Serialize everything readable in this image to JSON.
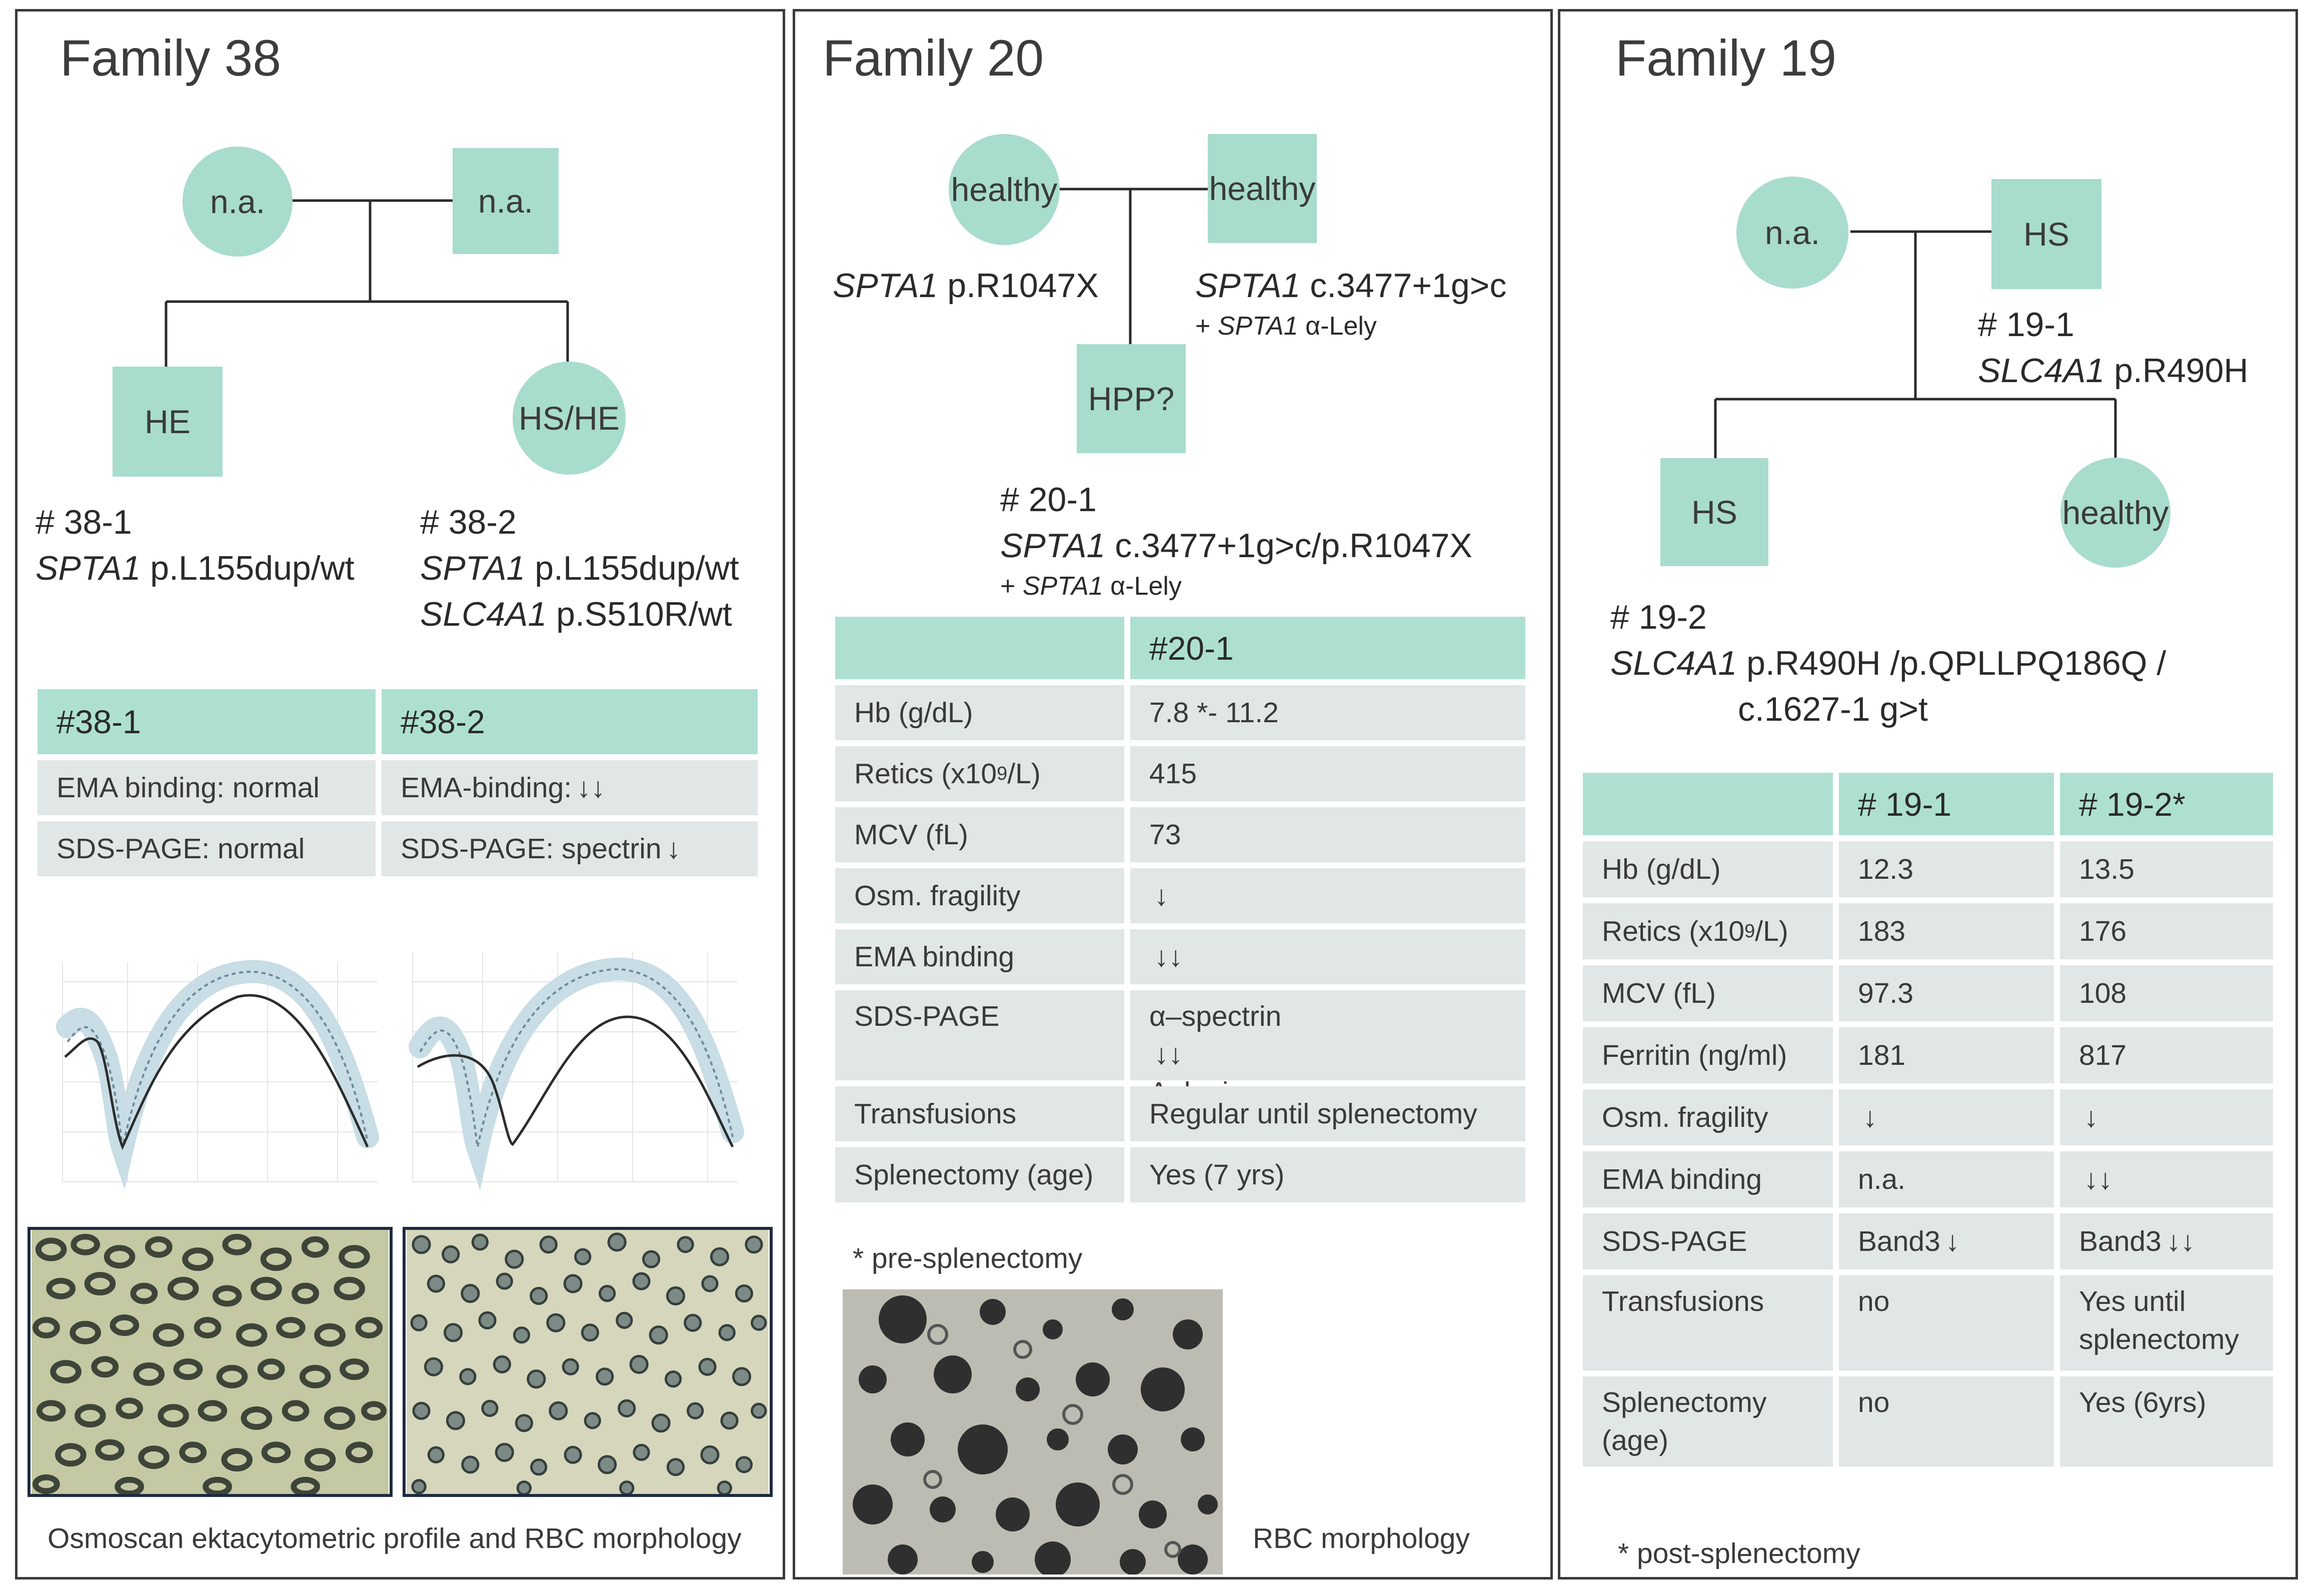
{
  "family38": {
    "title": "Family 38",
    "pedigree": {
      "mother": "n.a.",
      "father": "n.a.",
      "child1": "HE",
      "child2": "HS/HE"
    },
    "child1_annot": {
      "id": "# 38-1",
      "gene": "SPTA1",
      "variant": " p.L155dup/wt"
    },
    "child2_annot": {
      "id": "# 38-2",
      "gene1": "SPTA1",
      "variant1": " p.L155dup/wt",
      "gene2": "SLC4A1",
      "variant2": " p.S510R/wt"
    },
    "table": {
      "headers": [
        "#38-1",
        "#38-2"
      ],
      "rows": [
        {
          "c1": "EMA binding: normal",
          "c2": "EMA-binding:",
          "c2_arrow": "↓↓"
        },
        {
          "c1": "SDS-PAGE:  normal",
          "c2": "SDS-PAGE: spectrin",
          "c2_arrow": "↓"
        }
      ]
    },
    "caption": "Osmoscan ektacytometric profile and RBC morphology"
  },
  "family20": {
    "title": "Family 20",
    "pedigree": {
      "mother": "healthy",
      "father": "healthy",
      "child": "HPP?"
    },
    "mother_annot": {
      "gene": "SPTA1",
      "variant": "  p.R1047X"
    },
    "father_annot": {
      "gene": "SPTA1",
      "variant": "  c.3477+1g>c",
      "extra_prefix": "+ ",
      "extra_gene": "SPTA1",
      "extra_variant": " α-Lely"
    },
    "child_annot": {
      "id": "# 20-1",
      "gene": "SPTA1",
      "variant": " c.3477+1g>c/p.R1047X",
      "extra_prefix": "+ ",
      "extra_gene": "SPTA1",
      "extra_variant": " α-Lely"
    },
    "table": {
      "headers": [
        "",
        "#20-1"
      ],
      "rows": [
        {
          "label": "Hb  (g/dL)",
          "value": "7.8 *- 11.2"
        },
        {
          "label_pre": "Retics  (x10",
          "label_sup": "9",
          "label_post": "/L)",
          "value": "415"
        },
        {
          "label": "MCV (fL)",
          "value": "73"
        },
        {
          "label": "Osm. fragility",
          "value": "",
          "arrow": "↓"
        },
        {
          "label": "EMA binding",
          "value": "",
          "arrow": "↓↓"
        },
        {
          "label": "SDS-PAGE",
          "line1": "α–spectrin",
          "line1_arrow": "↓↓",
          "line2": "Ankyrin",
          "line2_arrow": "↓↓"
        },
        {
          "label": "Transfusions",
          "value": "Regular until splenectomy"
        },
        {
          "label": "Splenectomy (age)",
          "value": "Yes (7 yrs)"
        }
      ]
    },
    "footnote": "* pre-splenectomy",
    "caption": "RBC morphology"
  },
  "family19": {
    "title": "Family 19",
    "pedigree": {
      "mother": "n.a.",
      "father": "HS",
      "child1": "HS",
      "child2": "healthy"
    },
    "father_annot": {
      "id": "# 19-1",
      "gene": "SLC4A1",
      "variant": "  p.R490H"
    },
    "child1_annot": {
      "id": "# 19-2",
      "gene": "SLC4A1",
      "variant": "   p.R490H /p.QPLLPQ186Q /",
      "variant_cont": "c.1627-1 g>t"
    },
    "table": {
      "headers": [
        "",
        "# 19-1",
        "# 19-2*"
      ],
      "rows": [
        {
          "label": "Hb  (g/dL)",
          "v1": "12.3",
          "v2": "13.5"
        },
        {
          "label_pre": "Retics   (x10",
          "label_sup": "9",
          "label_post": "/L)",
          "v1": "183",
          "v2": "176"
        },
        {
          "label": "MCV (fL)",
          "v1": "97.3",
          "v2": "108"
        },
        {
          "label": "Ferritin (ng/ml)",
          "v1": "181",
          "v2": "817"
        },
        {
          "label": "Osm. fragility",
          "v1": "",
          "v1_arrow": "↓",
          "v2": "",
          "v2_arrow": "↓"
        },
        {
          "label": "EMA binding",
          "v1": "n.a.",
          "v2": "",
          "v2_arrow": "↓↓"
        },
        {
          "label": "SDS-PAGE",
          "v1": "Band3",
          "v1_arrow": "↓",
          "v2": "Band3",
          "v2_arrow": "↓↓"
        },
        {
          "label": "Transfusions",
          "v1": "no",
          "v2_line1": "Yes until",
          "v2_line2": "splenectomy"
        },
        {
          "label_line1": "Splenectomy",
          "label_line2": "(age)",
          "v1": "no",
          "v2": "Yes (6yrs)"
        }
      ]
    },
    "footnote": "* post-splenectomy"
  },
  "colors": {
    "node_fill": "#a8dccd",
    "table_header": "#aee0d2",
    "table_cell": "#e1e6e6",
    "border": "#3a3a3a"
  }
}
